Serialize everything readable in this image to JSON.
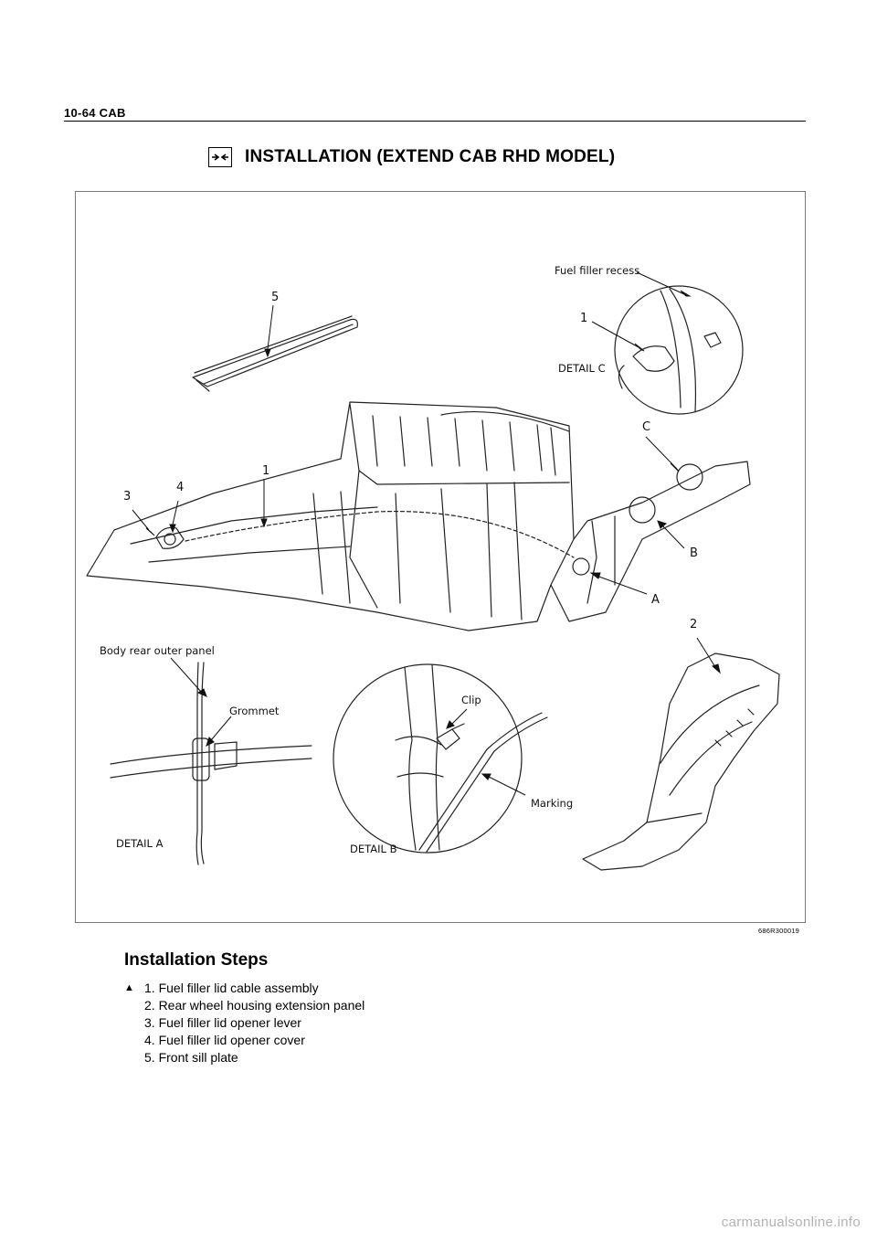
{
  "header": {
    "text": "10-64  CAB"
  },
  "title": {
    "text": "INSTALLATION (EXTEND CAB RHD MODEL)"
  },
  "figure": {
    "labels": {
      "fuel_filler_recess": "Fuel filler recess",
      "num_1_detail_c": "1",
      "detail_c": "DETAIL C",
      "num_5": "5",
      "letter_c": "C",
      "num_1": "1",
      "num_3": "3",
      "num_4": "4",
      "letter_b": "B",
      "letter_a": "A",
      "num_2": "2",
      "body_rear_outer_panel": "Body rear outer panel",
      "grommet": "Grommet",
      "detail_a": "DETAIL A",
      "clip": "Clip",
      "marking": "Marking",
      "detail_b": "DETAIL B"
    },
    "code": "686R300019"
  },
  "installation": {
    "heading": "Installation Steps",
    "marker": "▲",
    "steps": [
      "1. Fuel filler lid cable assembly",
      "2. Rear wheel housing extension panel",
      "3. Fuel filler lid opener lever",
      "4. Fuel filler lid opener cover",
      "5. Front sill plate"
    ]
  },
  "watermark": {
    "text": "carmanualsonline.info"
  }
}
